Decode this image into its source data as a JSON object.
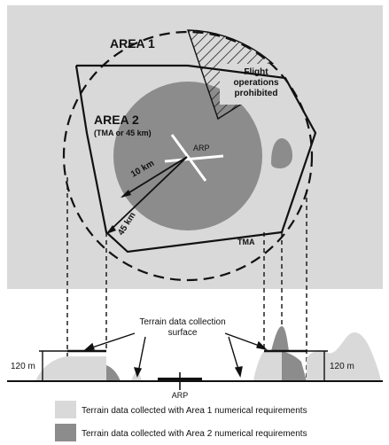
{
  "labels": {
    "area1": "AREA 1",
    "area2": "AREA 2",
    "area2_sub": "(TMA or 45 km)",
    "flight_ops_line1": "Flight",
    "flight_ops_line2": "operations",
    "flight_ops_line3": "prohibited",
    "arp_top": "ARP",
    "radius_10km": "10 km",
    "radius_45km": "45 km",
    "tma": "TMA",
    "terrain_surface_line1": "Terrain data collection",
    "terrain_surface_line2": "surface",
    "height_left": "120 m",
    "height_right": "120 m",
    "arp_bottom": "ARP"
  },
  "legend": [
    {
      "text": "Terrain data collected with Area 1 numerical requirements",
      "color": "#d9d9d9"
    },
    {
      "text": "Terrain data collected with Area 2 numerical requirements",
      "color": "#8c8c8c"
    }
  ],
  "colors": {
    "area1_fill": "#d9d9d9",
    "area2_fill": "#8c8c8c",
    "terrain_light": "#d9d9d9",
    "terrain_dark": "#8c8c8c",
    "line": "#111111"
  }
}
